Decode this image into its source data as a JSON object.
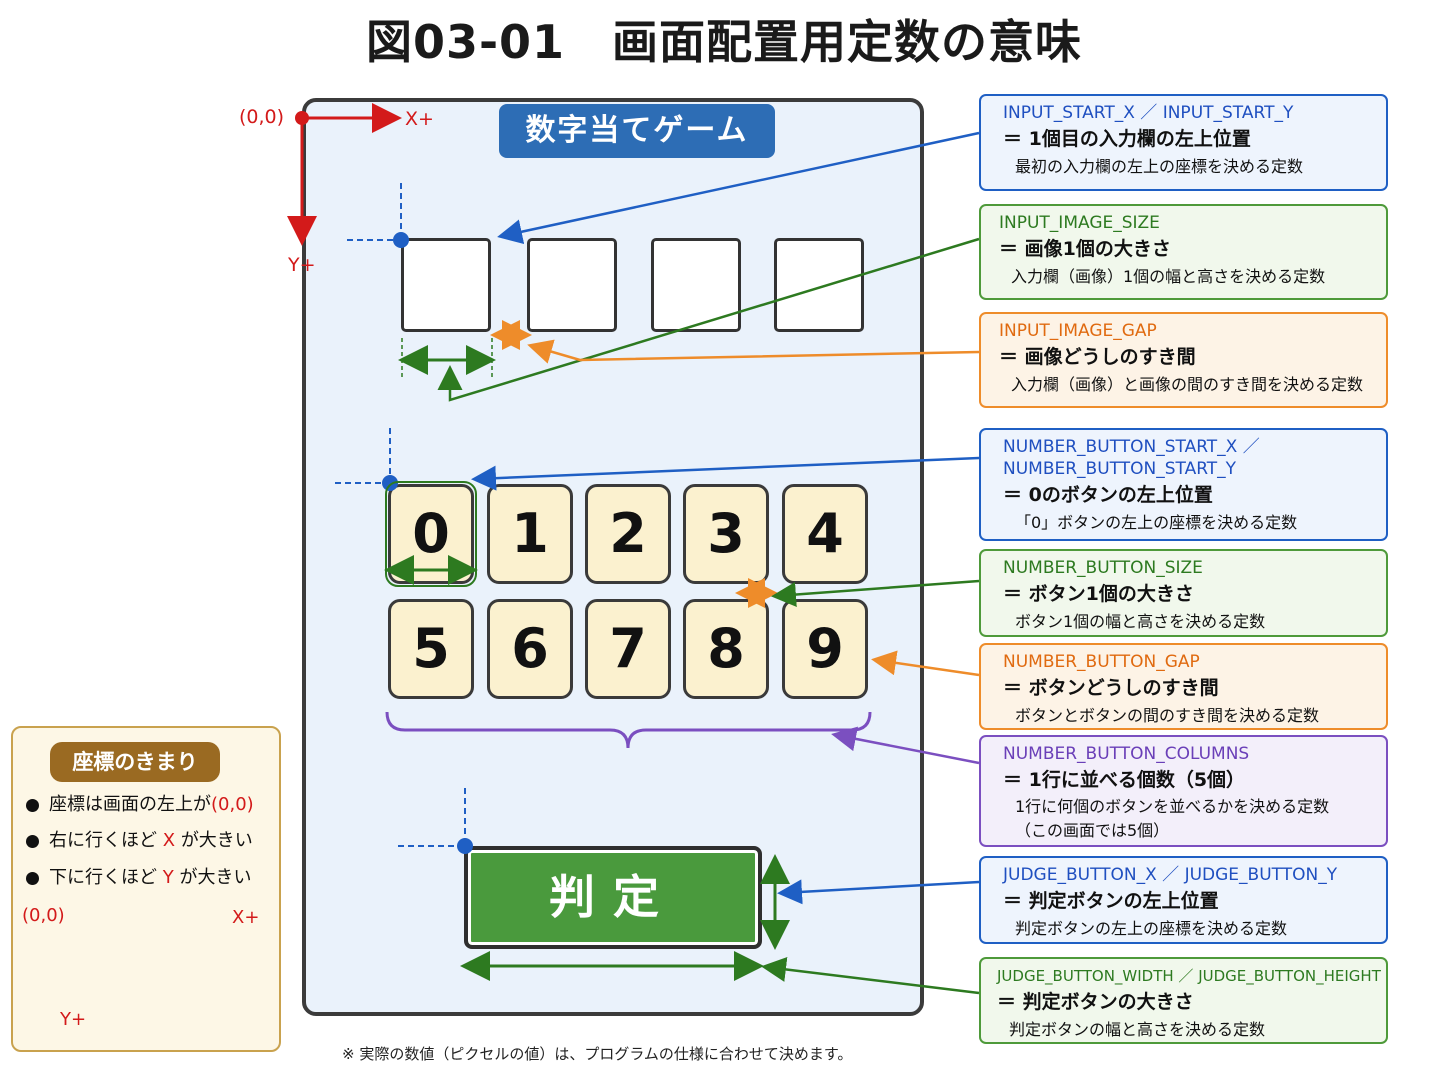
{
  "title": "図03-01　画面配置用定数の意味",
  "coords": {
    "origin": "(0,0)",
    "x_plus": "X+",
    "y_plus": "Y+"
  },
  "game": {
    "title": "数字当てゲーム",
    "number_buttons": [
      "0",
      "1",
      "2",
      "3",
      "4",
      "5",
      "6",
      "7",
      "8",
      "9"
    ],
    "judge_label": "判定"
  },
  "callouts": [
    {
      "name": "INPUT_START_X ／ INPUT_START_Y",
      "meaning": "＝ 1個目の入力欄の左上位置",
      "desc": "最初の入力欄の左上の座標を決める定数",
      "color": "blue"
    },
    {
      "name": "INPUT_IMAGE_SIZE",
      "meaning": "＝ 画像1個の大きさ",
      "desc": "入力欄（画像）1個の幅と高さを決める定数",
      "color": "green"
    },
    {
      "name": "INPUT_IMAGE_GAP",
      "meaning": "＝ 画像どうしのすき間",
      "desc": "入力欄（画像）と画像の間のすき間を決める定数",
      "color": "orange"
    },
    {
      "name": "NUMBER_BUTTON_START_X ／",
      "name2": "NUMBER_BUTTON_START_Y",
      "meaning": "＝ 0のボタンの左上位置",
      "desc": "「0」ボタンの左上の座標を決める定数",
      "color": "blue"
    },
    {
      "name": "NUMBER_BUTTON_SIZE",
      "meaning": "＝ ボタン1個の大きさ",
      "desc": "ボタン1個の幅と高さを決める定数",
      "color": "green"
    },
    {
      "name": "NUMBER_BUTTON_GAP",
      "meaning": "＝ ボタンどうしのすき間",
      "desc": "ボタンとボタンの間のすき間を決める定数",
      "color": "orange"
    },
    {
      "name": "NUMBER_BUTTON_COLUMNS",
      "meaning": "＝ 1行に並べる個数（5個）",
      "desc": "1行に何個のボタンを並べるかを決める定数",
      "desc2": "（この画面では5個）",
      "color": "purple"
    },
    {
      "name": "JUDGE_BUTTON_X ／ JUDGE_BUTTON_Y",
      "meaning": "＝ 判定ボタンの左上位置",
      "desc": "判定ボタンの左上の座標を決める定数",
      "color": "blue"
    },
    {
      "name": "JUDGE_BUTTON_WIDTH ／ JUDGE_BUTTON_HEIGHT",
      "meaning": "＝ 判定ボタンの大きさ",
      "desc": "判定ボタンの幅と高さを決める定数",
      "color": "green"
    }
  ],
  "rules": {
    "title": "座標のきまり",
    "item1_pre": "座標は画面の左上が",
    "item1_red": "(0,0)",
    "item2_pre": "右に行くほど",
    "item2_red": "X",
    "item2_post": "が大きい",
    "item3_pre": "下に行くほど",
    "item3_red": "Y",
    "item3_post": "が大きい"
  },
  "footnote": "※ 実際の数値（ピクセルの値）は、プログラムの仕様に合わせて決めます。",
  "colors": {
    "blue": "#1f5fc4",
    "green": "#2d7a20",
    "orange": "#ee8c2a",
    "purple": "#7b4fc0",
    "red": "#d31a1a"
  }
}
